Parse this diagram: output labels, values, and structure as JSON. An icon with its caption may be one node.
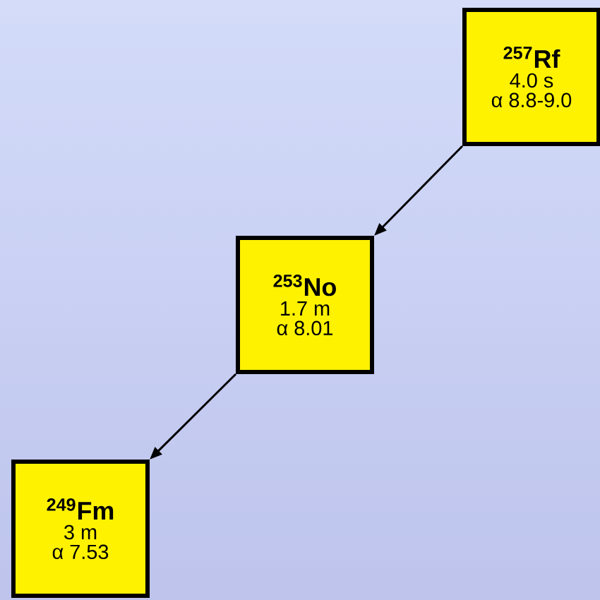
{
  "diagram": {
    "nodes": [
      {
        "text": [
          "$^{257}$Rf",
          "4.0 s",
          "α 8.8-9.0"
        ]
      },
      {
        "text": [
          "$^{253}$No",
          "1.7 m",
          "α 8.01"
        ]
      },
      {
        "text": [
          "$^{249}$Fm",
          "3 m",
          "α 7.53"
        ]
      }
    ],
    "edges": [
      {
        "from": 0,
        "to": 1,
        "arrow": "to"
      },
      {
        "from": 1,
        "to": 2,
        "arrow": "to"
      }
    ]
  }
}
